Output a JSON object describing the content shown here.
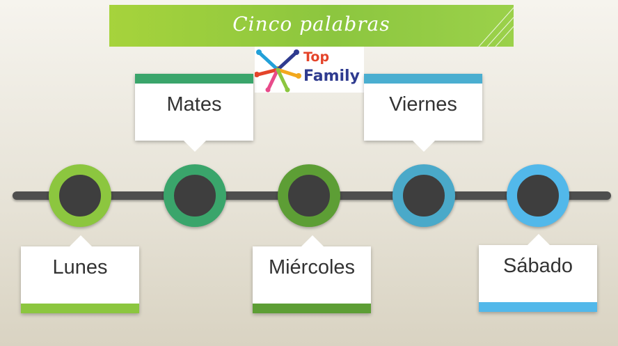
{
  "banner": {
    "title": "Cinco palabras",
    "color": "#8cc63f"
  },
  "logo": {
    "line1": "Top",
    "line2": "Family"
  },
  "timeline": {
    "nodes": [
      {
        "ring": "#8cc63f"
      },
      {
        "ring": "#3aa56b"
      },
      {
        "ring": "#5d9e35"
      },
      {
        "ring": "#4aa9c9"
      },
      {
        "ring": "#52b8ea"
      }
    ],
    "labels": {
      "mates": {
        "text": "Mates",
        "bar": "#3aa56b"
      },
      "viernes": {
        "text": "Viernes",
        "bar": "#4aaed0"
      },
      "lunes": {
        "text": "Lunes",
        "bar": "#8cc63f"
      },
      "miercoles": {
        "text": "Miércoles",
        "bar": "#5d9e35"
      },
      "sabado": {
        "text": "Sábado",
        "bar": "#52b8ea"
      }
    }
  }
}
